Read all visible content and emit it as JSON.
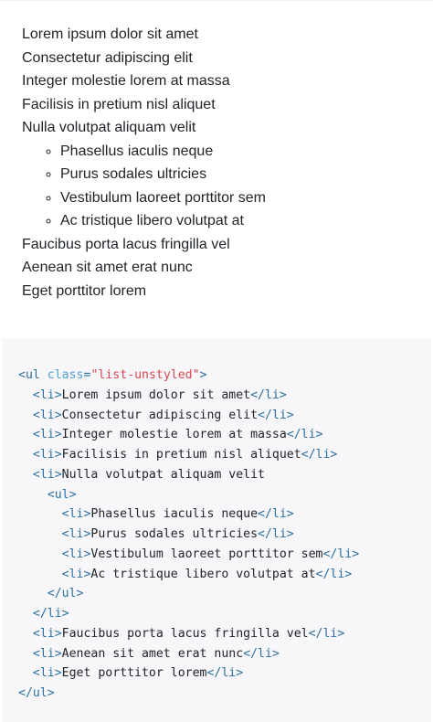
{
  "example": {
    "items": [
      "Lorem ipsum dolor sit amet",
      "Consectetur adipiscing elit",
      "Integer molestie lorem at massa",
      "Facilisis in pretium nisl aliquet",
      "Nulla volutpat aliquam velit"
    ],
    "nested_items": [
      "Phasellus iaculis neque",
      "Purus sodales ultricies",
      "Vestibulum laoreet porttitor sem",
      "Ac tristique libero volutpat at"
    ],
    "after_items": [
      "Faucibus porta lacus fringilla vel",
      "Aenean sit amet erat nunc",
      "Eget porttitor lorem"
    ]
  },
  "code": {
    "ul_open": "<ul",
    "class_attr": "class",
    "class_value": "\"list-unstyled\"",
    "gt": ">",
    "li_open": "<li>",
    "li_close": "</li>",
    "ul_plain_open": "<ul>",
    "ul_close": "</ul>",
    "lines_text": [
      "Lorem ipsum dolor sit amet",
      "Consectetur adipiscing elit",
      "Integer molestie lorem at massa",
      "Facilisis in pretium nisl aliquet",
      "Nulla volutpat aliquam velit",
      "Phasellus iaculis neque",
      "Purus sodales ultricies",
      "Vestibulum laoreet porttitor sem",
      "Ac tristique libero volutpat at",
      "Faucibus porta lacus fringilla vel",
      "Aenean sit amet erat nunc",
      "Eget porttitor lorem"
    ]
  },
  "colors": {
    "tag": "#2f6f9f",
    "attr": "#4f9fcf",
    "string": "#d44950",
    "code_bg": "#f7f7f9"
  }
}
